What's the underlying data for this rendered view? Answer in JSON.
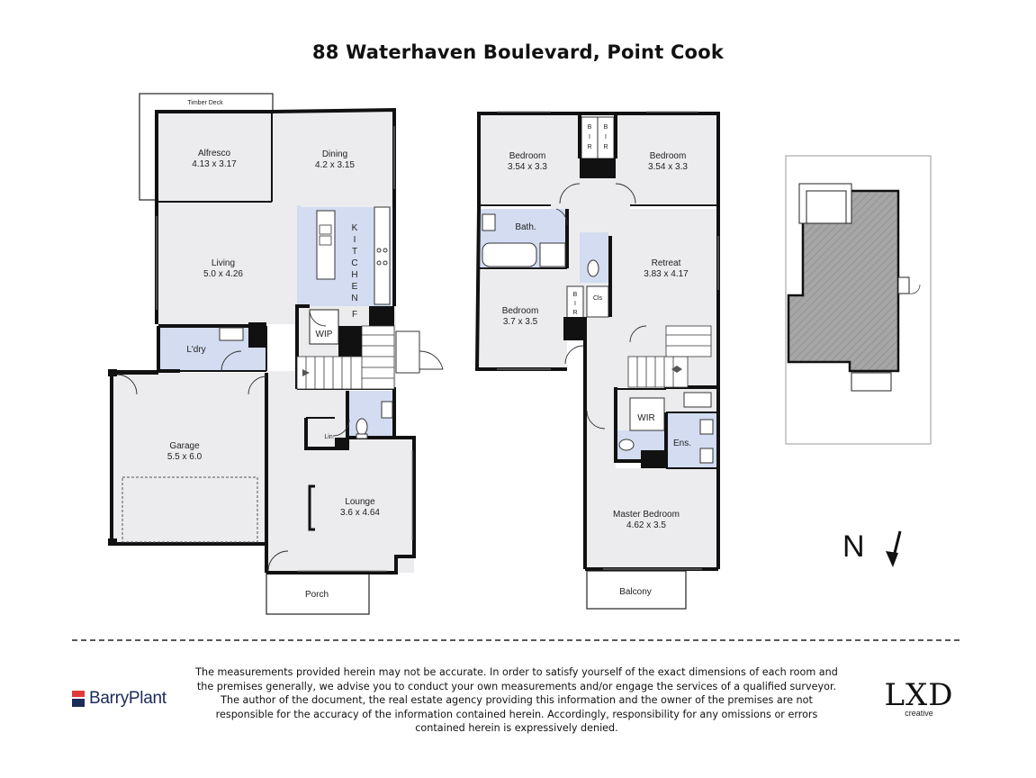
{
  "title": "88 Waterhaven Boulevard, Point Cook",
  "ground_floor": {
    "timber_deck": "Timber Deck",
    "alfresco": {
      "name": "Alfresco",
      "size": "4.13 x 3.17"
    },
    "dining": {
      "name": "Dining",
      "size": "4.2 x 3.15"
    },
    "living": {
      "name": "Living",
      "size": "5.0 x 4.26"
    },
    "kitchen": [
      "K",
      "I",
      "T",
      "C",
      "H",
      "E",
      "N"
    ],
    "fridge": "F",
    "wip": "WIP",
    "laundry": "L'dry",
    "garage": {
      "name": "Garage",
      "size": "5.5 x 6.0"
    },
    "linen": "Lin.",
    "lounge": {
      "name": "Lounge",
      "size": "3.6 x 4.64"
    },
    "porch": "Porch"
  },
  "first_floor": {
    "bedroom_left": {
      "name": "Bedroom",
      "size": "3.54 x 3.3"
    },
    "bedroom_right": {
      "name": "Bedroom",
      "size": "3.54 x 3.3"
    },
    "bir": [
      "B",
      "I",
      "R"
    ],
    "bath": "Bath.",
    "retreat": {
      "name": "Retreat",
      "size": "3.83 x 4.17"
    },
    "bedroom_mid": {
      "name": "Bedroom",
      "size": "3.7 x 3.5"
    },
    "cupboard": "Cls",
    "wir": "WIR",
    "ensuite": "Ens.",
    "master": {
      "name": "Master Bedroom",
      "size": "4.62 x 3.5"
    },
    "balcony": "Balcony"
  },
  "north": "N",
  "disclaimer": "The measurements provided herein may not be accurate. In order to satisfy yourself of the exact dimensions of each room and the premises generally, we advise you to conduct your own measurements and/or engage the services of a qualified surveyor. The author of the document, the real estate agency providing this information and the owner of the premises are not responsible for the accuracy of the information contained herein. Accordingly, responsibility for any omissions or errors contained herein is expressively denied.",
  "agency": "BarryPlant",
  "brand": {
    "name": "LXD",
    "sub": "creative"
  },
  "colors": {
    "floor": "#ececee",
    "wet": "#d3dcf0",
    "wall": "#111111",
    "site": "#a6a6a6"
  }
}
